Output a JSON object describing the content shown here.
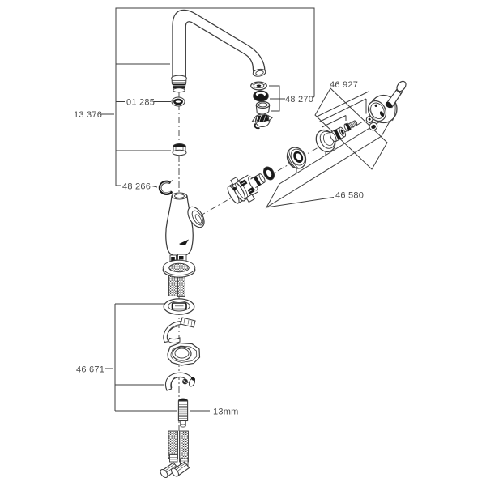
{
  "diagram": {
    "type": "exploded-parts-diagram",
    "colors": {
      "line": "#3c3c3c",
      "text": "#4a4a4a",
      "dark": "#1a1a1a",
      "bg": "#ffffff"
    },
    "labels": {
      "spout_assembly": "13 376",
      "spout_oring": "01 285",
      "aerator_kit": "48 270",
      "handle_kit": "46 927",
      "retaining_clip": "48 266",
      "cartridge_kit": "46 580",
      "mounting_kit": "46 671",
      "stud_size": "13mm"
    }
  }
}
